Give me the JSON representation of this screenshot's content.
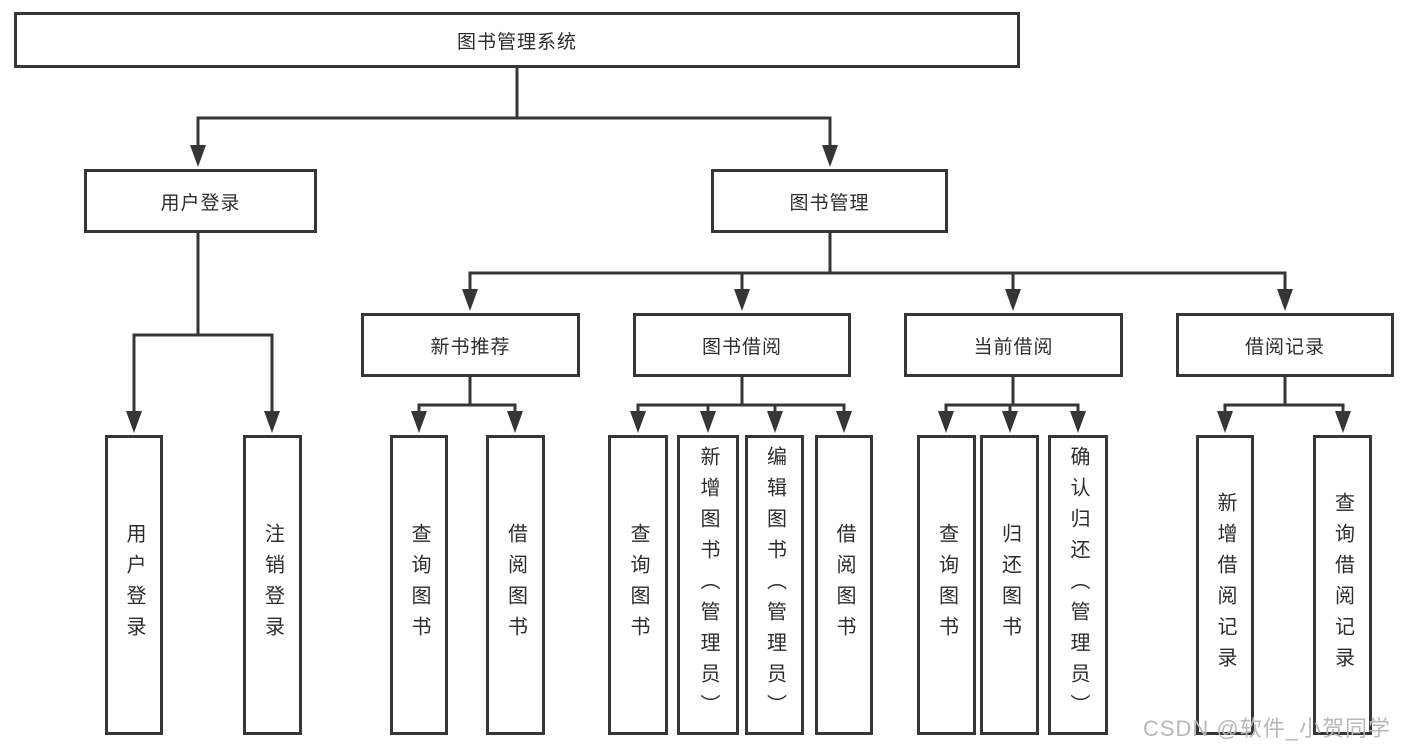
{
  "colors": {
    "background": "#ffffff",
    "box_border": "#363636",
    "connector": "#363636",
    "text": "#2d2d2d",
    "watermark": "#b8b8b8"
  },
  "watermark": {
    "text": "CSDN @软件_小贺同学"
  },
  "tree": {
    "root": {
      "label": "图书管理系统"
    },
    "branches": [
      {
        "label": "用户登录",
        "children": [
          {
            "label": "用户登录"
          },
          {
            "label": "注销登录"
          }
        ]
      },
      {
        "label": "图书管理",
        "children": [
          {
            "label": "新书推荐",
            "children": [
              {
                "label": "查询图书"
              },
              {
                "label": "借阅图书"
              }
            ]
          },
          {
            "label": "图书借阅",
            "children": [
              {
                "label": "查询图书"
              },
              {
                "label": "新增图书（管理员）"
              },
              {
                "label": "编辑图书（管理员）"
              },
              {
                "label": "借阅图书"
              }
            ]
          },
          {
            "label": "当前借阅",
            "children": [
              {
                "label": "查询图书"
              },
              {
                "label": "归还图书"
              },
              {
                "label": "确认归还（管理员）"
              }
            ]
          },
          {
            "label": "借阅记录",
            "children": [
              {
                "label": "新增借阅记录"
              },
              {
                "label": "查询借阅记录"
              }
            ]
          }
        ]
      }
    ]
  }
}
